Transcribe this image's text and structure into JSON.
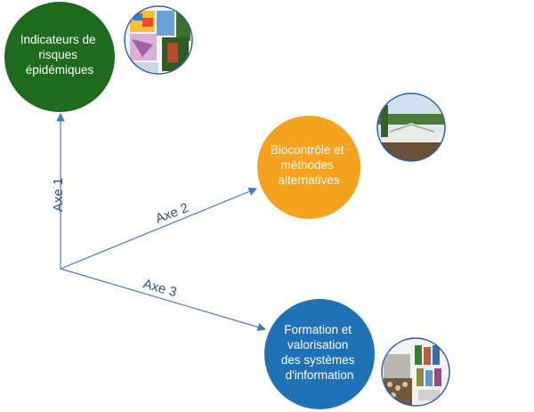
{
  "axes": [
    {
      "label": "Axe 1"
    },
    {
      "label": "Axe 2"
    },
    {
      "label": "Axe 3"
    }
  ],
  "nodes": [
    {
      "color": "#1e6b1e",
      "lines": [
        "Indicateurs de",
        "risques",
        "épidémiques"
      ]
    },
    {
      "color": "#f5a21f",
      "lines": [
        "Biocontrôle et",
        "méthodes",
        "alternatives"
      ]
    },
    {
      "color": "#1f72b6",
      "lines": [
        "Formation et",
        "valorisation",
        "des systèmes",
        "d'information"
      ]
    }
  ],
  "colors": {
    "arrow": "#4a78c0",
    "label": "#2e4f8a",
    "thumb_border": "#2b5ea6"
  }
}
